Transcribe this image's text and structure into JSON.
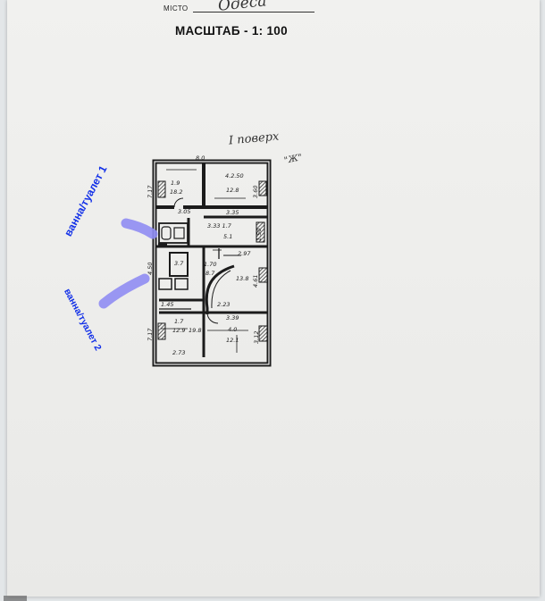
{
  "document": {
    "city_label": "МІСТО",
    "city_value": "Одеса",
    "scale_text": "МАСШТАБ - 1: 100",
    "floor_label": "І поверх",
    "building_letter": "\"Ж\""
  },
  "annotations": {
    "bath1": "ванна/туалет 1",
    "bath2": "ванна/туалет 2",
    "highlight_color": "#8f8cf3",
    "text_color": "#1230e8"
  },
  "plan": {
    "overall_width": "8.0",
    "left_height": "7.17",
    "left_height_lower": "7.17",
    "left_top_room_dim": "1.9",
    "left_top_room_area": "18.2",
    "right_top_room_dim": "4.2.50",
    "right_top_room_area": "12.8",
    "right_top_room_side": "3.60",
    "room_305": "3.05",
    "room_335": "3.35",
    "mid_corridor_dims": "3.33 1.7",
    "mid_corridor_area": "5.1",
    "mid_corridor_side": "1.50",
    "side_500": "4.50",
    "bath_area": "3.7",
    "small_room_dim": "1.70",
    "small_room_area": "8.7",
    "right_mid_top_dim": "2.97",
    "right_mid_area": "13.8",
    "right_mid_side": "4.61",
    "right_mid_bottom_dim": "2.23",
    "bottom_left_dims": "1.45",
    "bottom_left_room_dim": "1.7",
    "bottom_left_room_area": "12.9",
    "bottom_left_side_dim": "19.8",
    "bottom_right_top_dim": "3.39",
    "bottom_right_room_dim": "4.0",
    "bottom_right_room_area": "12.1",
    "bottom_right_side": "3.12",
    "bottom_width": "2.73"
  }
}
